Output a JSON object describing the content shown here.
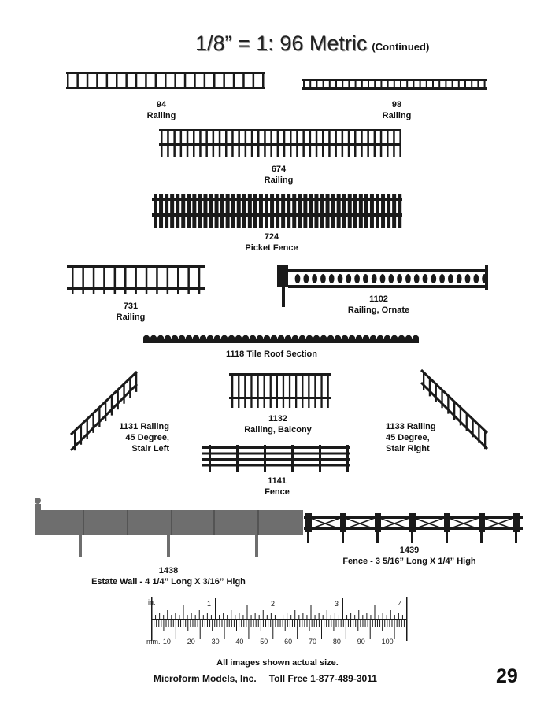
{
  "header": {
    "title": "1/8” = 1: 96 Metric",
    "subtitle": "(Continued)"
  },
  "products": {
    "p94": {
      "number": "94",
      "name": "Railing"
    },
    "p98": {
      "number": "98",
      "name": "Railing"
    },
    "p674": {
      "number": "674",
      "name": "Railing"
    },
    "p724": {
      "number": "724",
      "name": "Picket Fence"
    },
    "p731": {
      "number": "731",
      "name": "Railing"
    },
    "p1102": {
      "number": "1102",
      "name": "Railing,  Ornate"
    },
    "p1118": {
      "label": "1118  Tile Roof Section"
    },
    "p1131": {
      "line1": "1131  Railing",
      "line2": "45 Degree,",
      "line3": "Stair Left"
    },
    "p1132": {
      "number": "1132",
      "name": "Railing, Balcony"
    },
    "p1133": {
      "line1": "1133  Railing",
      "line2": "45 Degree,",
      "line3": "Stair Right"
    },
    "p1141": {
      "number": "1141",
      "name": "Fence"
    },
    "p1438": {
      "number": "1438",
      "name": "Estate Wall - 4 1/4” Long X 3/16” High"
    },
    "p1439": {
      "number": "1439",
      "name": "Fence  -  3 5/16” Long X 1/4” High"
    }
  },
  "ruler": {
    "inch_unit": "in.",
    "inch_labels": [
      "1",
      "2",
      "3",
      "4"
    ],
    "mm_unit": "mm.",
    "mm_labels": [
      "10",
      "20",
      "30",
      "40",
      "50",
      "60",
      "70",
      "80",
      "90",
      "100"
    ]
  },
  "footer": {
    "note": "All images shown actual size.",
    "company": "Microform Models, Inc.",
    "phone": "Toll Free 1-877-489-3011",
    "page_number": "29"
  },
  "colors": {
    "ink": "#1a1a1a",
    "wall_gray": "#6e6e6e",
    "title_shadow": "#9a9a9a"
  }
}
